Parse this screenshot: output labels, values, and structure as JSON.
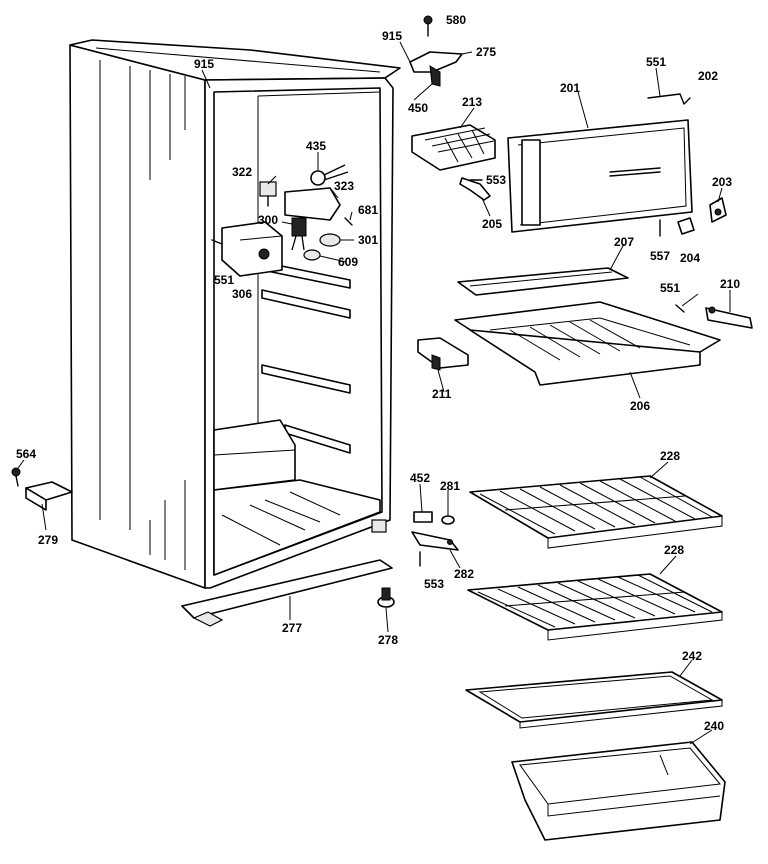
{
  "labels": {
    "p580": "580",
    "p915a": "915",
    "p275": "275",
    "p450": "450",
    "p551a": "551",
    "p202": "202",
    "p201": "201",
    "p213": "213",
    "p915b": "915",
    "p435": "435",
    "p322": "322",
    "p323": "323",
    "p553a": "553",
    "p205": "205",
    "p203": "203",
    "p681": "681",
    "p300": "300",
    "p301": "301",
    "p551b": "551",
    "p609": "609",
    "p306": "306",
    "p557": "557",
    "p204": "204",
    "p207": "207",
    "p551c": "551",
    "p210": "210",
    "p211": "211",
    "p206": "206",
    "p564": "564",
    "p279": "279",
    "p228a": "228",
    "p452": "452",
    "p281": "281",
    "p282": "282",
    "p553b": "553",
    "p228b": "228",
    "p277": "277",
    "p278": "278",
    "p242": "242",
    "p240": "240"
  }
}
